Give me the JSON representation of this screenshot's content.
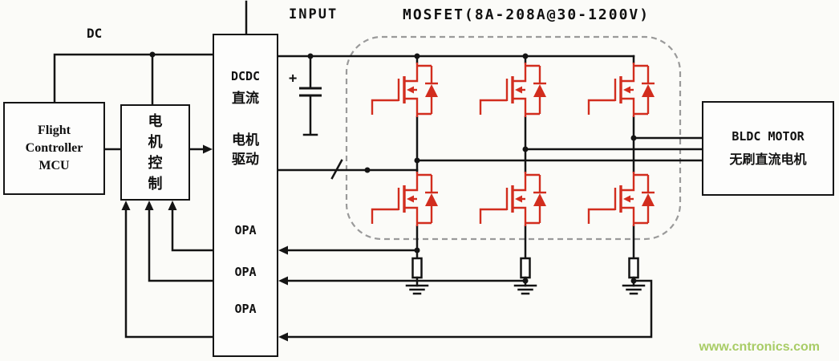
{
  "labels": {
    "dc": "DC",
    "input": "INPUT",
    "mosfet_bank": "MOSFET(8A-208A@30-1200V)",
    "cap_plus": "+"
  },
  "flight_controller": {
    "line1": "Flight",
    "line2": "Controller",
    "line3": "MCU"
  },
  "motor_control": {
    "chars": [
      "电",
      "机",
      "控",
      "制"
    ]
  },
  "driver": {
    "line1": "DCDC",
    "line2": "直流",
    "line3": "电机",
    "line4": "驱动",
    "opa1": "OPA",
    "opa2": "OPA",
    "opa3": "OPA"
  },
  "motor": {
    "line1": "BLDC MOTOR",
    "line2": "无刷直流电机"
  },
  "watermark": {
    "text": "www.cntronics.com",
    "color": "#a8cc66"
  },
  "colors": {
    "mosfet_red": "#d22d1e",
    "wire_black": "#141414",
    "dashed_gray": "#9a9a9a"
  }
}
